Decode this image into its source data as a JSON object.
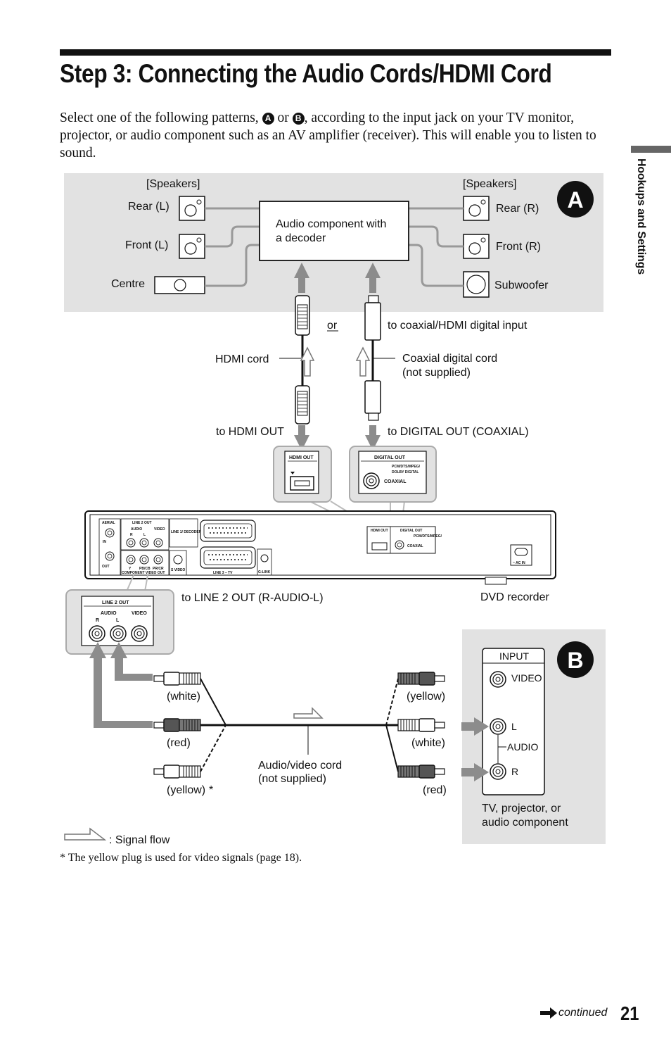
{
  "title": "Step 3: Connecting the Audio Cords/HDMI Cord",
  "intro": {
    "part1": "Select one of the following patterns, ",
    "badge_a": "A",
    "or": " or ",
    "badge_b": "B",
    "part2": ", according to the input jack on your TV monitor, projector, or audio component such as an AV amplifier (receiver). This will enable you to listen to sound."
  },
  "side_tab": "Hookups and Settings",
  "pattern_a": {
    "letter": "A",
    "speakers_left": "[Speakers]",
    "speakers_right": "[Speakers]",
    "rear_l": "Rear (L)",
    "front_l": "Front (L)",
    "centre": "Centre",
    "rear_r": "Rear (R)",
    "front_r": "Front (R)",
    "subwoofer": "Subwoofer",
    "component_line1": "Audio component with",
    "component_line2": "a decoder"
  },
  "cables": {
    "or": "or",
    "to_coaxial_hdmi": "to coaxial/HDMI digital input",
    "hdmi_cord": "HDMI cord",
    "coaxial_line1": "Coaxial digital cord",
    "coaxial_line2": "(not supplied)",
    "to_hdmi_out": "to HDMI OUT",
    "to_digital_out": "to DIGITAL OUT (COAXIAL)"
  },
  "jacks": {
    "hdmi_out": "HDMI OUT",
    "digital_out": "DIGITAL OUT",
    "digital_formats_1": "PCM/DTS/MPEG/",
    "digital_formats_2": "DOLBY DIGITAL",
    "coaxial": "COAXIAL"
  },
  "recorder": {
    "aerial": "AERIAL",
    "in": "IN",
    "out": "OUT",
    "line2_out": "LINE 2 OUT",
    "audio": "AUDIO",
    "video": "VIDEO",
    "r": "R",
    "l": "L",
    "line1_decoder": "LINE 1/ DECODER",
    "component_video_out": "COMPONENT VIDEO OUT",
    "y": "Y",
    "pb_cb": "PB/CB",
    "pr_cr": "PR/CR",
    "s_video": "S VIDEO",
    "line3_tv": "LINE 3 – TV",
    "glink": "G-LINK",
    "ac_in": "~ AC IN"
  },
  "line2_callout": {
    "title": "LINE 2 OUT",
    "audio": "AUDIO",
    "video": "VIDEO",
    "r": "R",
    "l": "L"
  },
  "to_line2": "to LINE 2 OUT (R-AUDIO-L)",
  "dvd_recorder": "DVD recorder",
  "pattern_b": {
    "letter": "B",
    "input": "INPUT",
    "video": "VIDEO",
    "l": "L",
    "audio": "AUDIO",
    "r": "R",
    "device_line1": "TV, projector, or",
    "device_line2": "audio component"
  },
  "plugs": {
    "left_white": "(white)",
    "left_red": "(red)",
    "left_yellow": "(yellow)",
    "asterisk": "*",
    "right_yellow": "(yellow)",
    "right_white": "(white)",
    "right_red": "(red)",
    "av_cord_line1": "Audio/video cord",
    "av_cord_line2": "(not supplied)"
  },
  "legend": ": Signal flow",
  "footnote": "* The yellow plug is used for video signals (page 18).",
  "continued": "continued",
  "page_number": "21",
  "colors": {
    "panel": "#e2e2e2",
    "arrow": "#8c8c8c",
    "dark": "#111111"
  }
}
